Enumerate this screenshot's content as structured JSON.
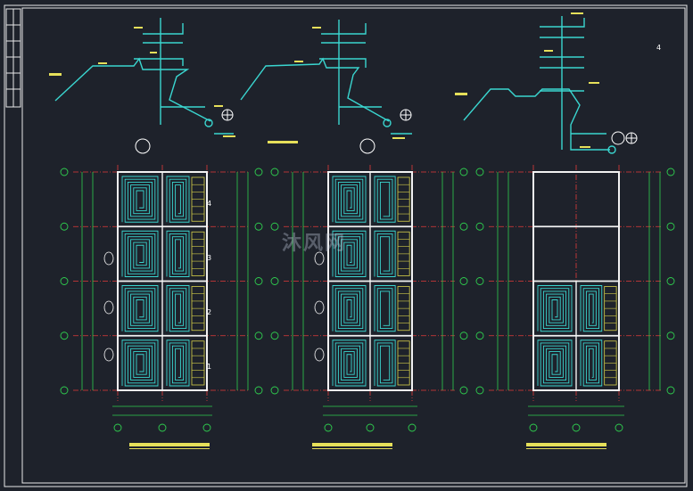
{
  "colors": {
    "background": "#1e222b",
    "frame": "#e8e8e8",
    "pipe": "#3ad6d0",
    "wall": "#f2f2f2",
    "axis": "#e23b3b",
    "dimension": "#2fcf4f",
    "annotation": "#e6e05a",
    "text": "#ffffff",
    "stair": "#d9d24a"
  },
  "floor_labels": [
    "4",
    "3",
    "2",
    "1"
  ],
  "right_marker": "4",
  "watermark": "沐风网"
}
